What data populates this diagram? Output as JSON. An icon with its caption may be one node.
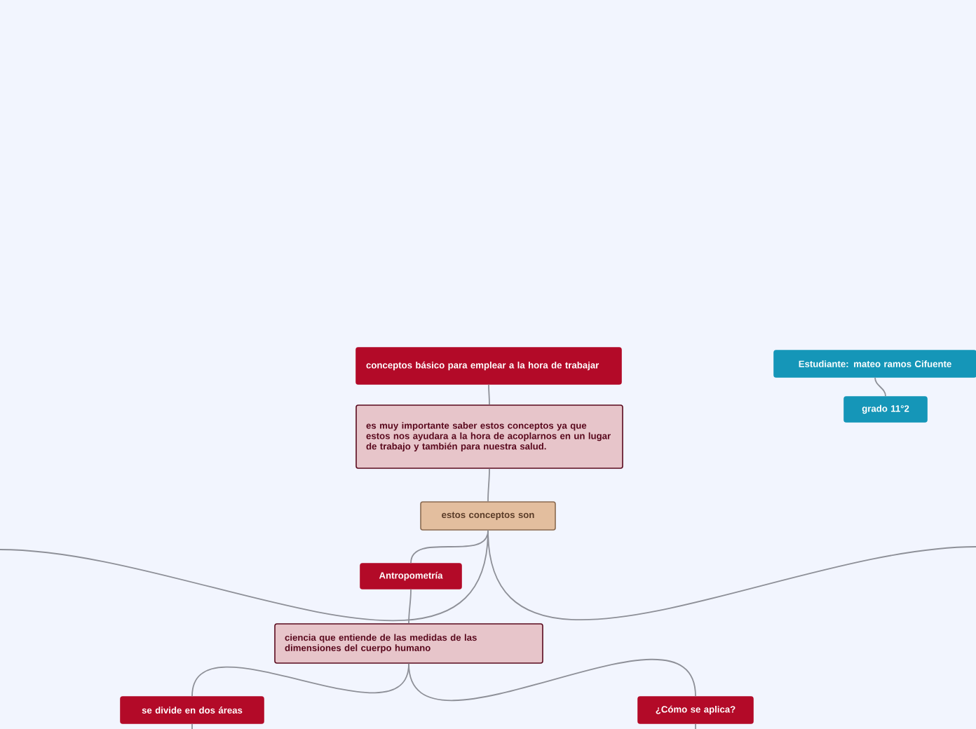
{
  "diagram": {
    "nodes": [
      {
        "text": [
          "conceptos básico para emplear a la hora de trabajar"
        ]
      },
      {
        "text": [
          "es muy importante saber estos conceptos ya que estos nos ayudara a la hora de acoplarnos en un lugar de trabajo y también para nuestra salud."
        ]
      },
      {
        "text": [
          "estos conceptos son"
        ]
      },
      {
        "text": [
          "Antropometría"
        ]
      },
      {
        "text": [
          "ciencia que entiende de las medidas de las dimensiones del cuerpo humano"
        ]
      },
      {
        "text": [
          "se divide en dos áreas"
        ]
      },
      {
        "text": [
          "¿Cómo se aplica?"
        ]
      },
      {
        "text": [
          "Estudiante: mateo ramos Cifuente"
        ]
      },
      {
        "text": [
          "grado 11°2"
        ]
      }
    ],
    "edges": [
      {
        "from": 0,
        "to": 1,
        "arrow": "none"
      },
      {
        "from": 1,
        "to": 2,
        "arrow": "none"
      },
      {
        "from": 2,
        "to": 3,
        "arrow": "none"
      },
      {
        "from": 3,
        "to": 4,
        "arrow": "none"
      },
      {
        "from": 4,
        "to": 5,
        "arrow": "none"
      },
      {
        "from": 4,
        "to": 6,
        "arrow": "none"
      },
      {
        "from": 2,
        "to": null,
        "arrow": "none"
      },
      {
        "from": 2,
        "to": null,
        "arrow": "none"
      },
      {
        "from": 5,
        "to": null,
        "arrow": "none"
      },
      {
        "from": 6,
        "to": null,
        "arrow": "none"
      },
      {
        "from": 7,
        "to": 8,
        "arrow": "none"
      }
    ]
  }
}
